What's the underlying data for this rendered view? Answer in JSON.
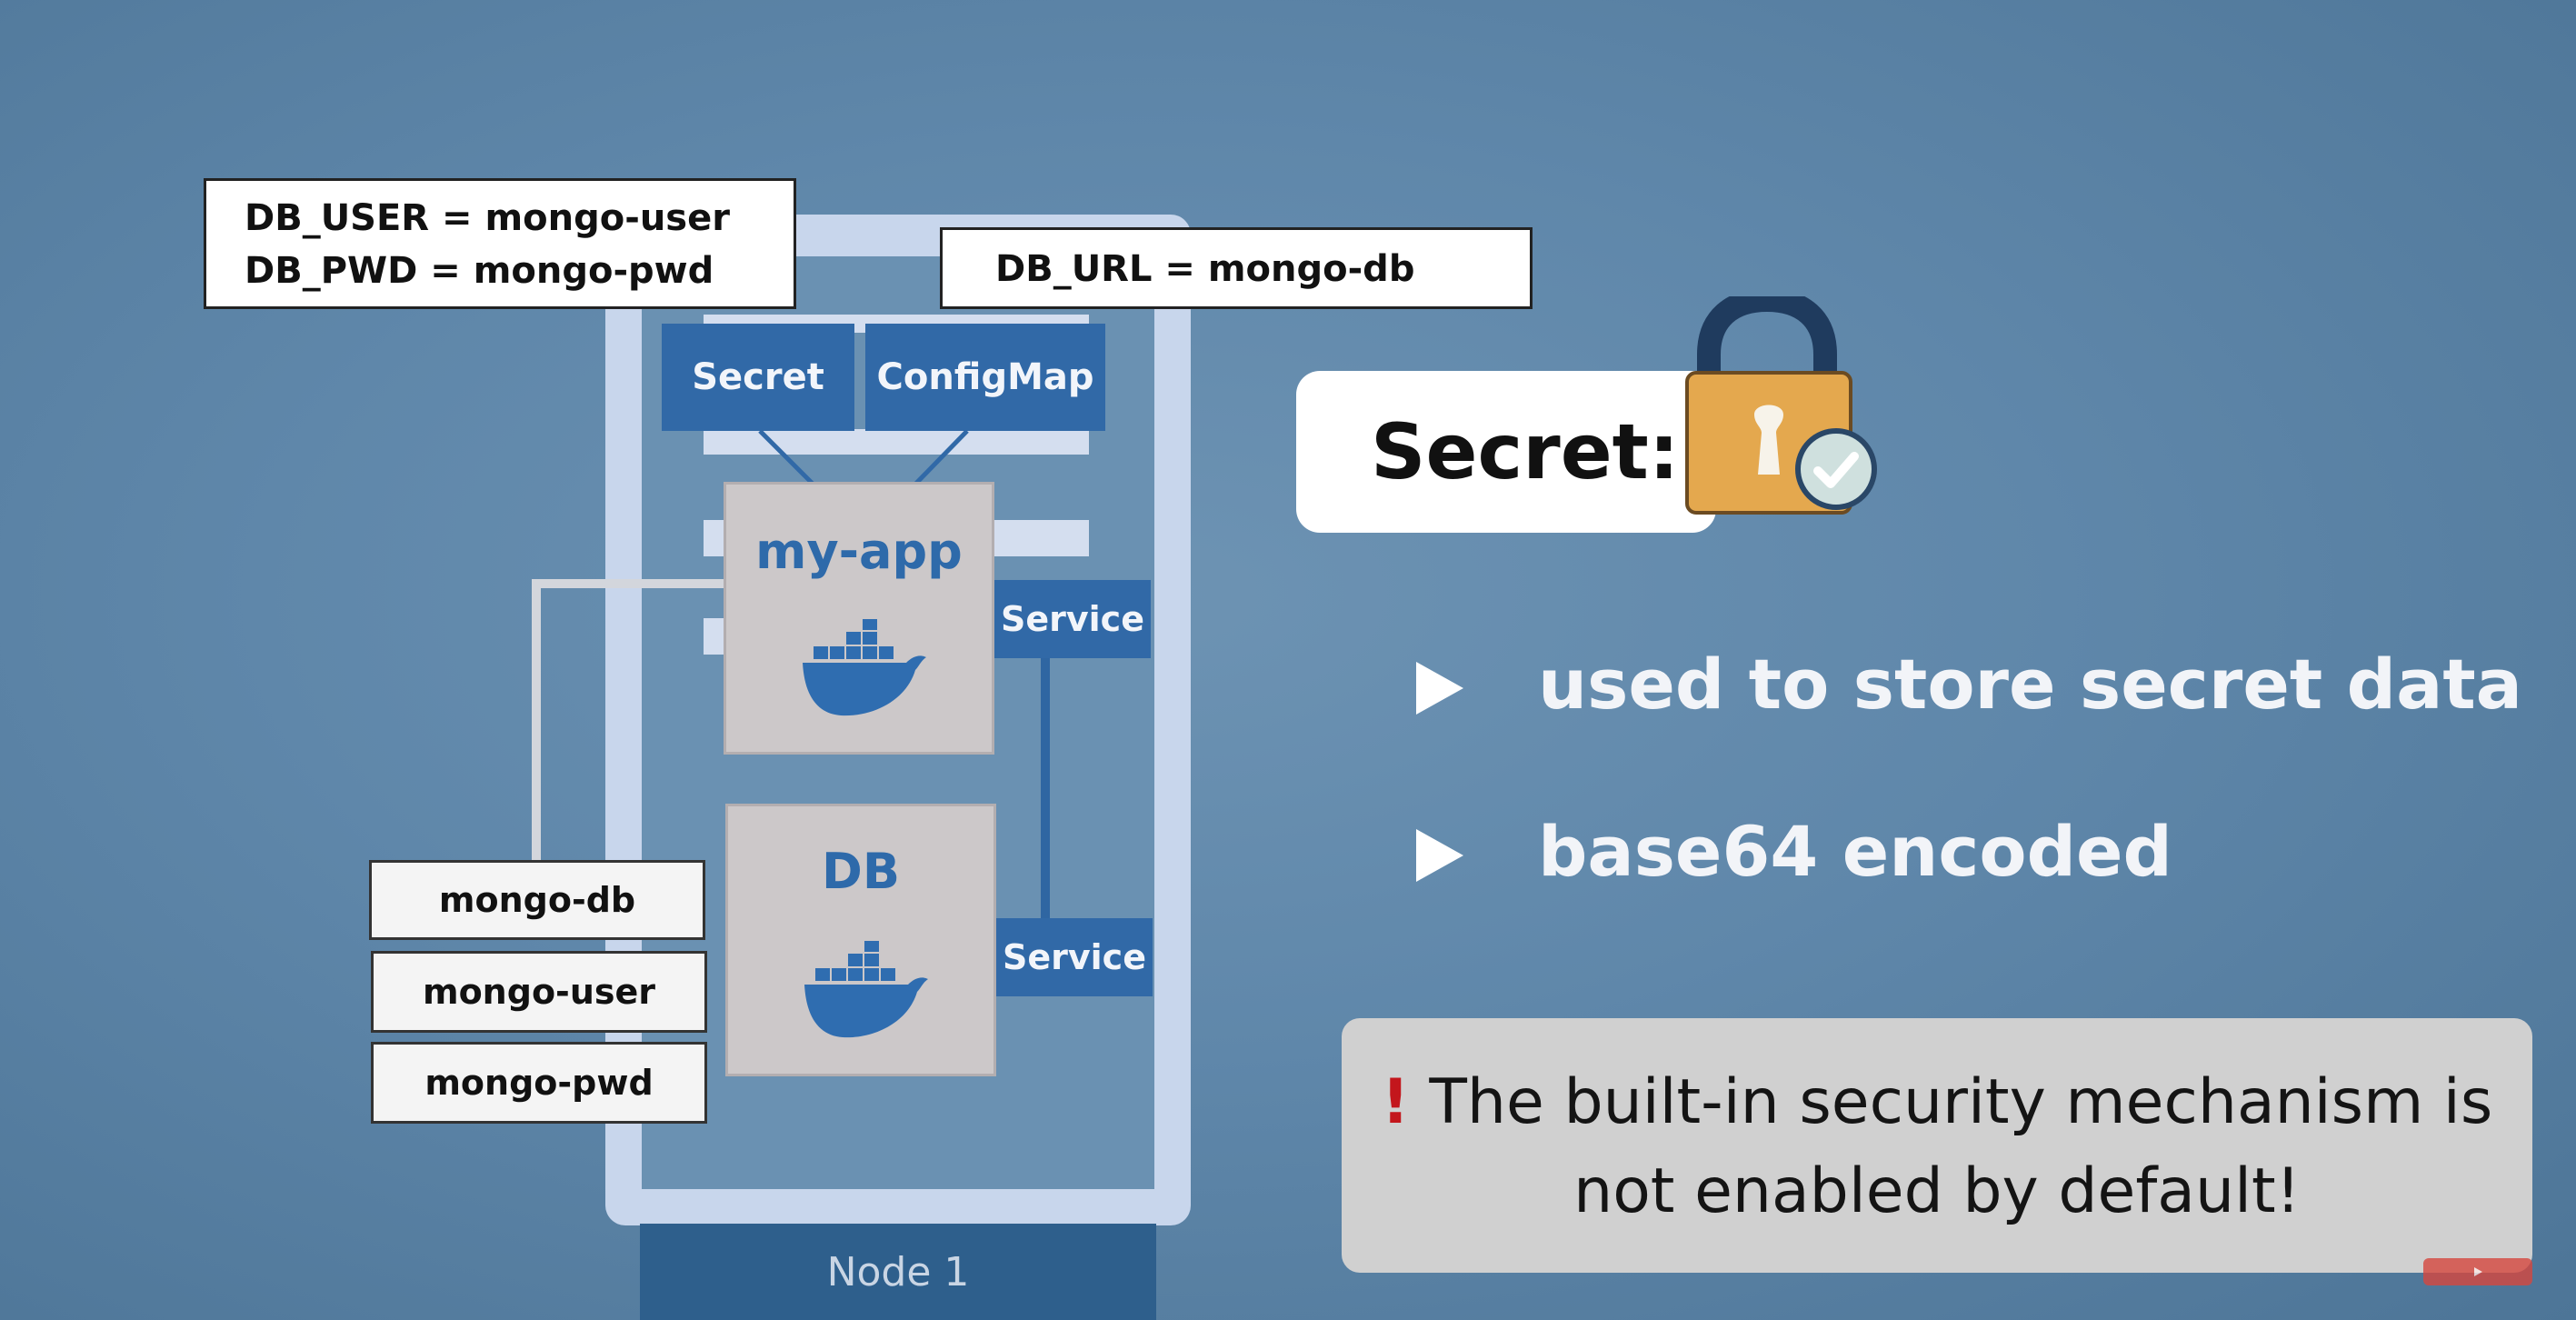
{
  "node": {
    "label": "Node 1"
  },
  "secret": {
    "label": "Secret",
    "values": [
      "DB_USER = mongo-user",
      "DB_PWD = mongo-pwd"
    ]
  },
  "configmap": {
    "label": "ConfigMap",
    "value": "DB_URL = mongo-db"
  },
  "app_pod": {
    "label": "my-app"
  },
  "db_pod": {
    "label": "DB"
  },
  "services": [
    "Service",
    "Service"
  ],
  "db_items": [
    "mongo-db",
    "mongo-user",
    "mongo-pwd"
  ],
  "panel": {
    "title": "Secret:",
    "bullets": [
      "used to store secret data",
      "base64 encoded"
    ],
    "note_mark": "!",
    "note_text": "The built-in security mechanism is not enabled by default!"
  },
  "colors": {
    "background": "#5f87aa",
    "k8s_blue": "#3169a7",
    "pod_grey": "#ccc8c9",
    "lock_gold": "#e4a84e",
    "warning_red": "#c3161c"
  }
}
